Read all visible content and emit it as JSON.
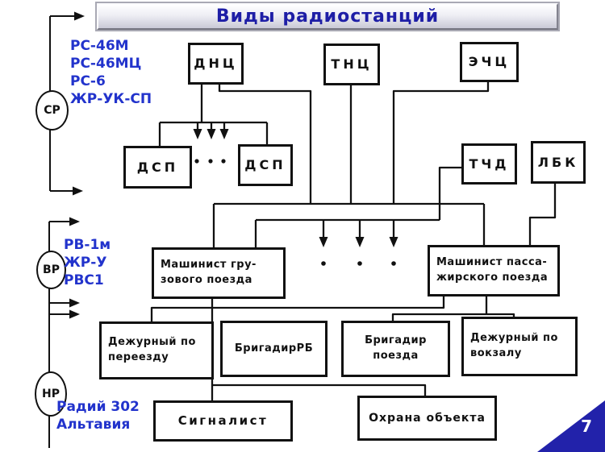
{
  "slide": {
    "title": "Виды радиостанций",
    "page_number": "7"
  },
  "rail": {
    "groups": [
      {
        "badge": "СР",
        "models": [
          "РС-46М",
          "РС-46МЦ",
          "РС-6",
          "ЖР-УК-СП"
        ]
      },
      {
        "badge": "ВР",
        "models": [
          "РВ-1м",
          "ЖР-У",
          "РВС1"
        ]
      },
      {
        "badge": "НР",
        "models": [
          "Радий 302",
          "Альтавия"
        ]
      }
    ]
  },
  "boxes": {
    "dnc": {
      "label": "ДНЦ"
    },
    "tnc": {
      "label": "ТНЦ"
    },
    "echc": {
      "label": "ЭЧЦ"
    },
    "dsp_left": {
      "label": "ДСП"
    },
    "dsp_right": {
      "label": "ДСП"
    },
    "tchd": {
      "label": "ТЧД"
    },
    "lbk": {
      "label": "ЛБК"
    },
    "driver_freight": {
      "line1": "Машинист гру-",
      "line2": "зового поезда"
    },
    "driver_passenger": {
      "line1": "Машинист пасса-",
      "line2": "жирского поезда"
    },
    "crossing_attendant": {
      "line1": "Дежурный по",
      "line2": "переезду"
    },
    "brigade_rb": {
      "label": "БригадирРБ"
    },
    "train_foreman": {
      "line1": "Бригадир",
      "line2": "поезда"
    },
    "station_attendant": {
      "line1": "Дежурный по",
      "line2": "вокзалу"
    },
    "signalman": {
      "label": "Сигналист"
    },
    "guard": {
      "label": "Охрана объекта"
    }
  },
  "colors": {
    "title_text": "#1e1ea6",
    "model_text": "#2233cc",
    "line": "#111111",
    "page_triangle": "#2222aa"
  }
}
